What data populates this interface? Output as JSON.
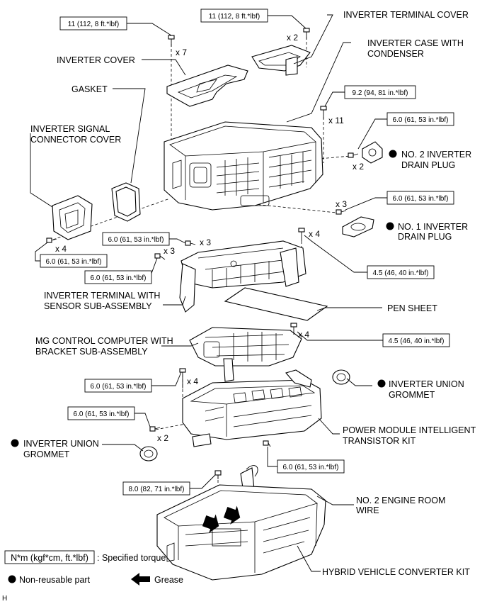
{
  "labels": {
    "inverter_terminal_cover": "INVERTER TERMINAL COVER",
    "inverter_case_line1": "INVERTER CASE WITH",
    "inverter_case_line2": "CONDENSER",
    "inverter_cover": "INVERTER COVER",
    "gasket": "GASKET",
    "signal_cover_line1": "INVERTER SIGNAL",
    "signal_cover_line2": "CONNECTOR COVER",
    "drain_plug2_line1": "NO. 2 INVERTER",
    "drain_plug2_line2": "DRAIN PLUG",
    "drain_plug1_line1": "NO. 1 INVERTER",
    "drain_plug1_line2": "DRAIN PLUG",
    "terminal_sensor_line1": "INVERTER TERMINAL WITH",
    "terminal_sensor_line2": "SENSOR SUB-ASSEMBLY",
    "pen_sheet": "PEN SHEET",
    "mg_computer_line1": "MG CONTROL COMPUTER WITH",
    "mg_computer_line2": "BRACKET SUB-ASSEMBLY",
    "union_grommet_r_line1": "INVERTER UNION",
    "union_grommet_r_line2": "GROMMET",
    "union_grommet_l_line1": "INVERTER UNION",
    "union_grommet_l_line2": "GROMMET",
    "power_module_line1": "POWER MODULE INTELLIGENT",
    "power_module_line2": "TRANSISTOR KIT",
    "engine_wire_line1": "NO. 2 ENGINE ROOM",
    "engine_wire_line2": "WIRE",
    "converter_kit": "HYBRID VEHICLE CONVERTER KIT"
  },
  "torques": {
    "t_cover_bolts": "11 (112, 8 ft.*lbf)",
    "t_terminal_cover_bolts": "11 (112, 8 ft.*lbf)",
    "t_case_bolts": "9.2 (94, 81 in.*lbf)",
    "t_drain2": "6.0 (61, 53 in.*lbf)",
    "t_drain1": "6.0 (61, 53 in.*lbf)",
    "t_left_bolts": "6.0 (61, 53 in.*lbf)",
    "t_terminal_a": "6.0 (61, 53 in.*lbf)",
    "t_terminal_b": "6.0 (61, 53 in.*lbf)",
    "t_terminal_right": "4.5 (46, 40 in.*lbf)",
    "t_mg_computer": "4.5 (46, 40 in.*lbf)",
    "t_module_long": "6.0 (61, 53 in.*lbf)",
    "t_module_side": "6.0 (61, 53 in.*lbf)",
    "t_module_lower": "6.0 (61, 53 in.*lbf)",
    "t_engine_wire": "8.0 (82, 71 in.*lbf)"
  },
  "quantities": {
    "q_cover": "x 7",
    "q_terminal_cover": "x 2",
    "q_case": "x 11",
    "q_drain2": "x 2",
    "q_drain1": "x 3",
    "q_left": "x 4",
    "q_terminal_a": "x 3",
    "q_terminal_b": "x 3",
    "q_terminal_right": "x 4",
    "q_mg": "x 4",
    "q_module_long": "x 4",
    "q_module_side": "x 2"
  },
  "legend": {
    "torque_unit": "N*m (kgf*cm, ft.*lbf)",
    "torque_desc": ": Specified torque",
    "non_reusable": "Non-reusable part",
    "grease": "Grease"
  },
  "corner_mark": "H"
}
